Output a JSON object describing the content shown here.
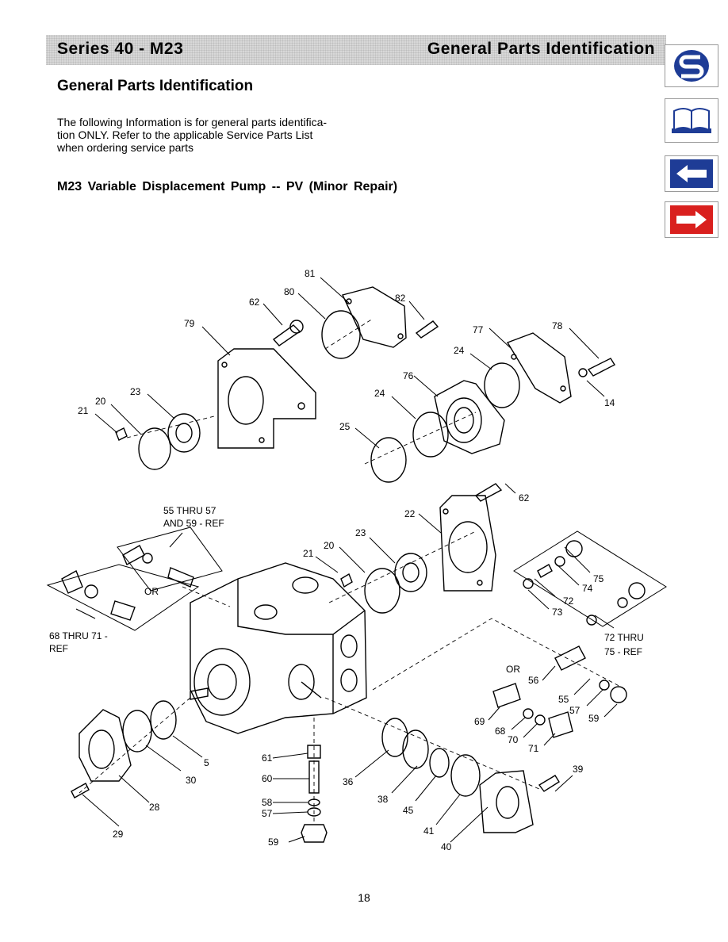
{
  "header": {
    "left": "Series 40 - M23",
    "right": "General Parts Identification"
  },
  "nav": {
    "logo_icon": "sauer-sundstrand-logo-icon",
    "manual_icon": "open-book-icon",
    "back_icon": "arrow-left-icon",
    "forward_icon": "arrow-right-icon"
  },
  "section_title": "General Parts Identification",
  "intro_lines": [
    "The following Information is for general parts identifica-",
    "tion ONLY.  Refer to the applicable Service Parts List",
    "when ordering service parts"
  ],
  "diagram_title": "M23 Variable Displacement Pump  --  PV  (Minor Repair)",
  "callouts": {
    "n81": "81",
    "n80": "80",
    "n62a": "62",
    "n82": "82",
    "n79": "79",
    "n77": "77",
    "n78": "78",
    "n24a": "24",
    "n76": "76",
    "n24b": "24",
    "n14": "14",
    "n23a": "23",
    "n20a": "20",
    "n21a": "21",
    "n25": "25",
    "n62b": "62",
    "n22": "22",
    "n23b": "23",
    "n20b": "20",
    "n21b": "21",
    "n75": "75",
    "n74": "74",
    "n72": "72",
    "n73": "73",
    "n56": "56",
    "n55": "55",
    "n57a": "57",
    "n59a": "59",
    "n69": "69",
    "n68": "68",
    "n70": "70",
    "n71": "71",
    "n61": "61",
    "n60": "60",
    "n58": "58",
    "n57b": "57",
    "n59b": "59",
    "n36": "36",
    "n38": "38",
    "n45": "45",
    "n41": "41",
    "n40": "40",
    "n39": "39",
    "n5": "5",
    "n30": "30",
    "n28": "28",
    "n29": "29",
    "ref_55_line1": "55 THRU 57",
    "ref_55_line2": "AND 59 - REF",
    "ref_68_line1": "68 THRU 71 -",
    "ref_68_line2": "REF",
    "ref_72_line1": "72 THRU",
    "ref_72_line2": "75 - REF",
    "or_left": "OR",
    "or_right": "OR"
  },
  "page_number": "18"
}
